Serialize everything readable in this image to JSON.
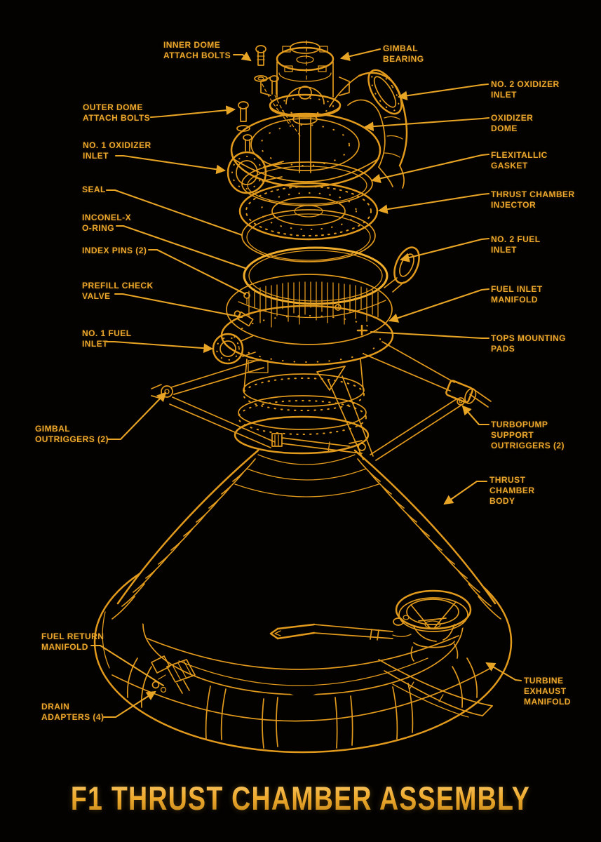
{
  "title": "F1 THRUST CHAMBER ASSEMBLY",
  "colors": {
    "background": "#030200",
    "artwork_gold": "#e29a1d",
    "label_gold": "#eca72c",
    "title_gold_light": "#f8cd78",
    "title_gold_dark": "#b87c15"
  },
  "labels": {
    "left": [
      {
        "id": "inner-dome-attach-bolts",
        "text": "INNER DOME\nATTACH BOLTS"
      },
      {
        "id": "outer-dome-attach-bolts",
        "text": "OUTER DOME\nATTACH BOLTS"
      },
      {
        "id": "no-1-oxidizer-inlet",
        "text": "NO. 1 OXIDIZER\nINLET"
      },
      {
        "id": "seal",
        "text": "SEAL"
      },
      {
        "id": "inconel-x-o-ring",
        "text": "INCONEL-X\nO-RING"
      },
      {
        "id": "index-pins",
        "text": "INDEX PINS (2)"
      },
      {
        "id": "prefill-check-valve",
        "text": "PREFILL CHECK\nVALVE"
      },
      {
        "id": "no-1-fuel-inlet",
        "text": "NO. 1 FUEL\nINLET"
      },
      {
        "id": "gimbal-outriggers",
        "text": "GIMBAL\nOUTRIGGERS (2)"
      },
      {
        "id": "fuel-return-manifold",
        "text": "FUEL RETURN\nMANIFOLD"
      },
      {
        "id": "drain-adapters",
        "text": "DRAIN\nADAPTERS (4)"
      }
    ],
    "right": [
      {
        "id": "gimbal-bearing",
        "text": "GIMBAL\nBEARING"
      },
      {
        "id": "no-2-oxidizer-inlet",
        "text": "NO. 2 OXIDIZER\nINLET"
      },
      {
        "id": "oxidizer-dome",
        "text": "OXIDIZER\nDOME"
      },
      {
        "id": "flexitallic-gasket",
        "text": "FLEXITALLIC\nGASKET"
      },
      {
        "id": "thrust-chamber-injector",
        "text": "THRUST CHAMBER\nINJECTOR"
      },
      {
        "id": "no-2-fuel-inlet",
        "text": "NO. 2 FUEL\nINLET"
      },
      {
        "id": "fuel-inlet-manifold",
        "text": "FUEL INLET\nMANIFOLD"
      },
      {
        "id": "tops-mounting-pads",
        "text": "TOPS MOUNTING\nPADS"
      },
      {
        "id": "turbopump-support-outriggers",
        "text": "TURBOPUMP\nSUPPORT\nOUTRIGGERS (2)"
      },
      {
        "id": "thrust-chamber-body",
        "text": "THRUST\nCHAMBER\nBODY"
      },
      {
        "id": "turbine-exhaust-manifold",
        "text": "TURBINE\nEXHAUST\nMANIFOLD"
      }
    ]
  }
}
